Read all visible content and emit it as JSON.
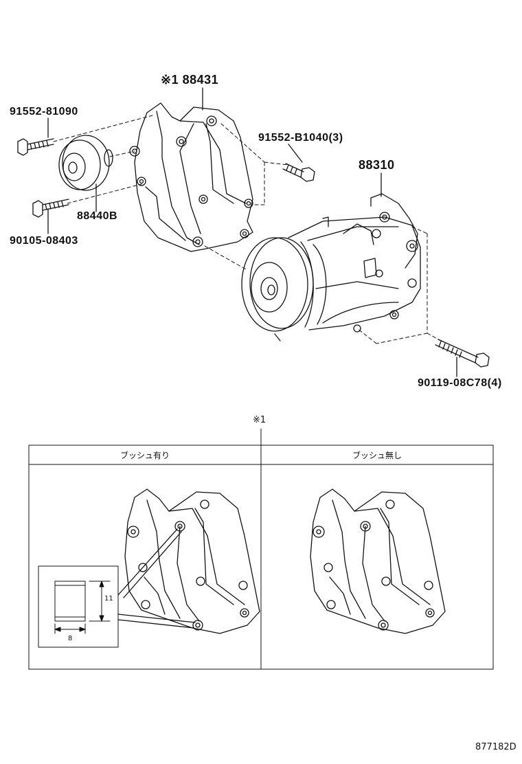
{
  "callouts": {
    "main_bracket": "※1 88431",
    "bolt_top_left": "91552-81090",
    "bolt_top_right": "91552-B1040(3)",
    "compressor": "88310",
    "idler_pulley": "88440B",
    "bolt_bottom_left": "90105-08403",
    "long_bolt": "90119-08C78(4)"
  },
  "variant_note": "※1",
  "variants": {
    "left_header": "ブッシュ有り",
    "right_header": "ブッシュ無し"
  },
  "bushing_dims": {
    "height": "11",
    "width": "8"
  },
  "diagram_code": "877182D"
}
